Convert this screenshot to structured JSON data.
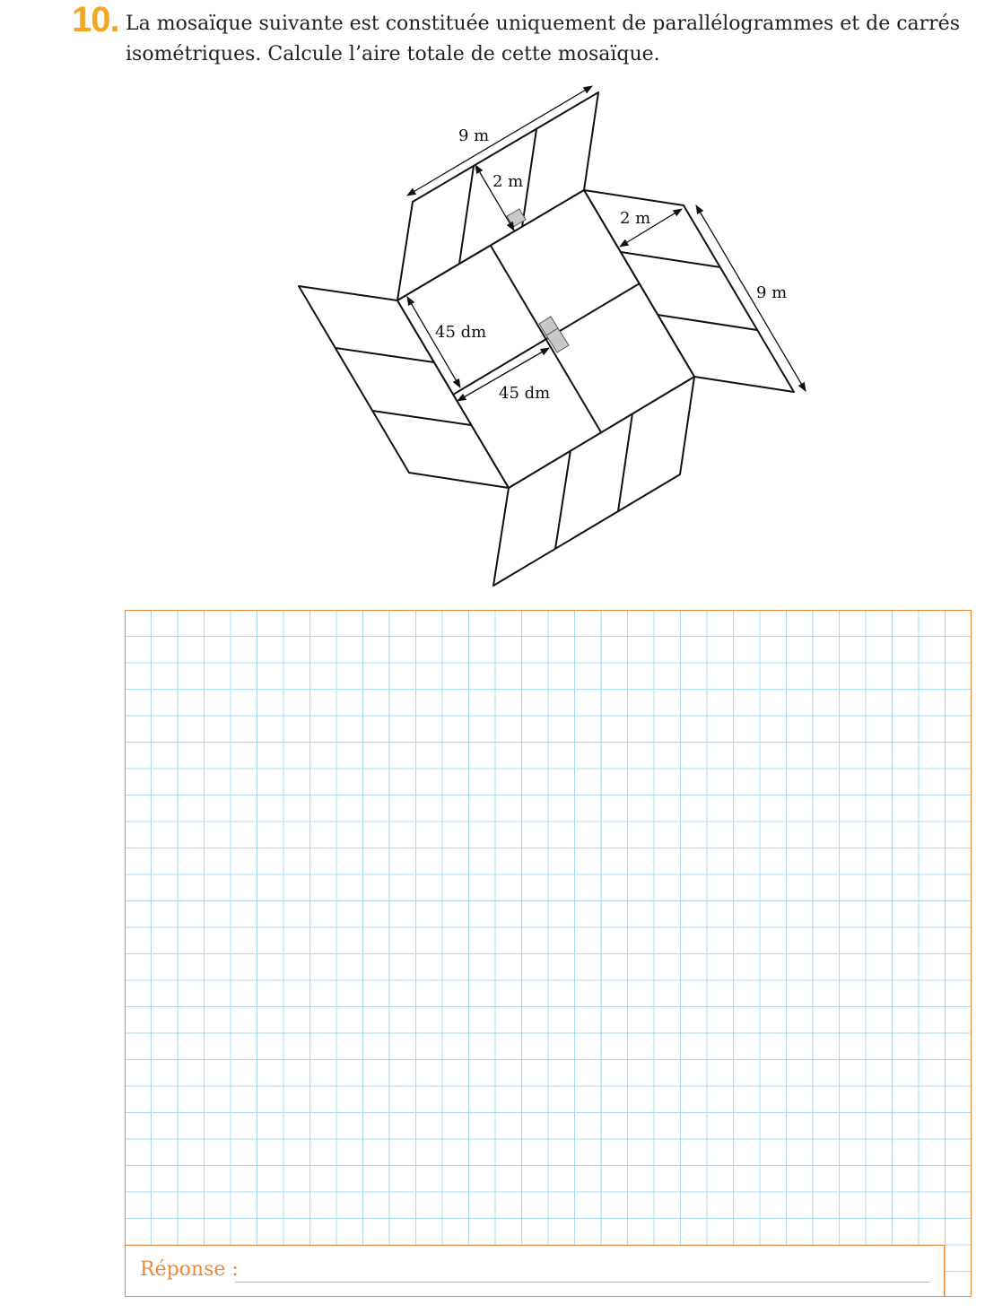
{
  "question": {
    "number": "10.",
    "line1": "La mosaïque suivante est constituée uniquement de parallélogrammes et de carrés",
    "line2": "isométriques. Calcule l’aire totale de cette mosaïque."
  },
  "figure": {
    "labels": {
      "top_length": "9 m",
      "top_width": "2 m",
      "right_width": "2 m",
      "right_length": "9 m",
      "square_side_left": "45 dm",
      "square_side_bottom": "45 dm"
    }
  },
  "answer": {
    "label": "Réponse :"
  },
  "colors": {
    "accent": "#f5a623",
    "answer_orange": "#e8883a",
    "grid_blue": "#a9d8ef",
    "right_angle_fill": "#c8c8c8"
  }
}
